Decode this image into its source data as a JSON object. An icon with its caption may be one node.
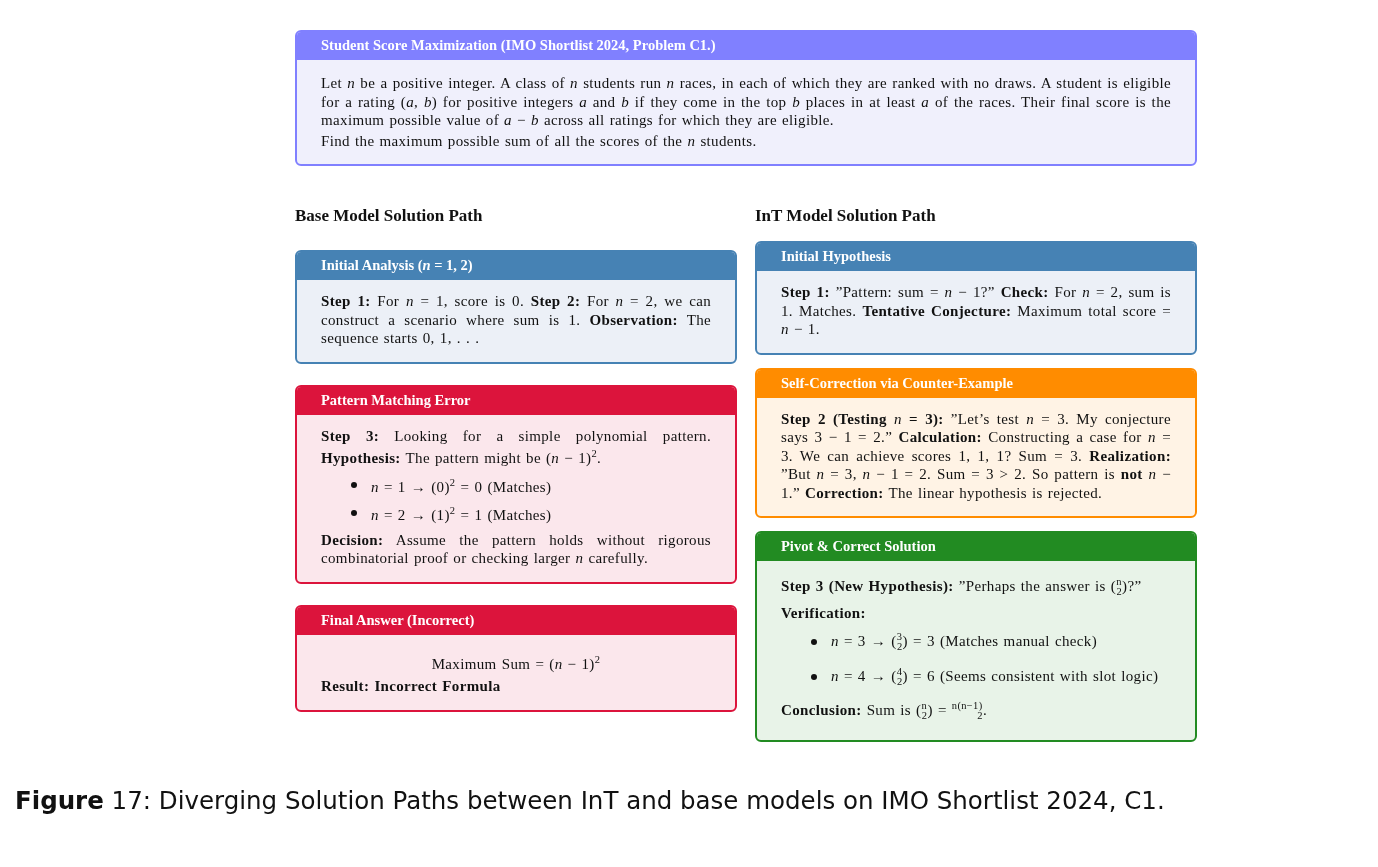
{
  "diagram": {
    "nodes": [
      {
        "text": [
          "Student Score Maximization (IMO Shortlist 2024, Problem C1.)",
          "Let *n* be a positive integer. A class of *n* students run *n* races, in each of which they are ranked with no draws. A student is eligible for a rating (*a*, *b*) for positive integers *a* and *b* if they come in the top *b* places in at least *a* of the races. Their final score is the maximum possible value of *a* − *b* across all ratings for which they are eligible.",
          "Find the maximum possible sum of all the scores of the *n* students."
        ]
      },
      {
        "text": [
          "Initial Analysis (*n* = 1, 2)",
          "**Step 1:** For *n* = 1, score is 0. **Step 2:** For *n* = 2, we can construct a scenario where sum is 1. **Observation:** The sequence starts 0, 1, . . ."
        ]
      },
      {
        "text": [
          "Pattern Matching Error",
          "**Step 3:** Looking for a simple polynomial pattern. **Hypothesis:** The pattern might be (*n* − 1)$^{2}$.",
          "*n* = 1 → (0)$^{2}$ = 0 (Matches)",
          "*n* = 2 → (1)$^{2}$ = 1 (Matches)",
          "**Decision:** Assume the pattern holds without rigorous combinatorial proof or checking larger *n* carefully."
        ]
      },
      {
        "text": [
          "Final Answer (Incorrect)",
          "Maximum Sum = (*n* − 1)$^{2}$",
          "Result: Incorrect Formula"
        ]
      },
      {
        "text": [
          "Initial Hypothesis",
          "**Step 1:** ”Pattern: sum = *n* − 1?” **Check:** For *n* = 2, sum is 1. Matches. **Tentative Conjecture:** Maximum total score = *n* − 1."
        ]
      },
      {
        "text": [
          "Self-Correction via Counter-Example",
          "**Step 2 (Testing** *n* **= 3):** ”Let’s test *n* = 3. My conjecture says 3 − 1 = 2.” **Calculation:** Constructing a case for *n* = 3. We can achieve scores 1, 1, 1? Sum = 3. **Realization:** ”But *n* = 3, *n* − 1 = 2. Sum = 3 > 2. So pattern is **not** *n* − 1.” **Correction:** The linear hypothesis is rejected."
        ]
      },
      {
        "text": [
          "Pivot & Correct Solution",
          "**Step 3 (New Hypothesis):** ”Perhaps the answer is ($^{n}$$_{2}$)?”",
          "Verification:",
          "*n* = 3 → ($^{3}$$_{2}$) = 3 (Matches manual check)",
          "*n* = 4 → ($^{4}$$_{2}$) = 6 (Seems consistent with slot logic)",
          "**Conclusion:** Sum is ($^{n}$$_{2}$) = $^{n(n−1)}$$_{2}$."
        ]
      }
    ],
    "labels": [
      "Base Model Solution Path",
      "InT Model Solution Path"
    ],
    "caption": "**Figure** 17: Diverging Solution Paths between InT and base models on IMO Shortlist 2024, C1."
  }
}
